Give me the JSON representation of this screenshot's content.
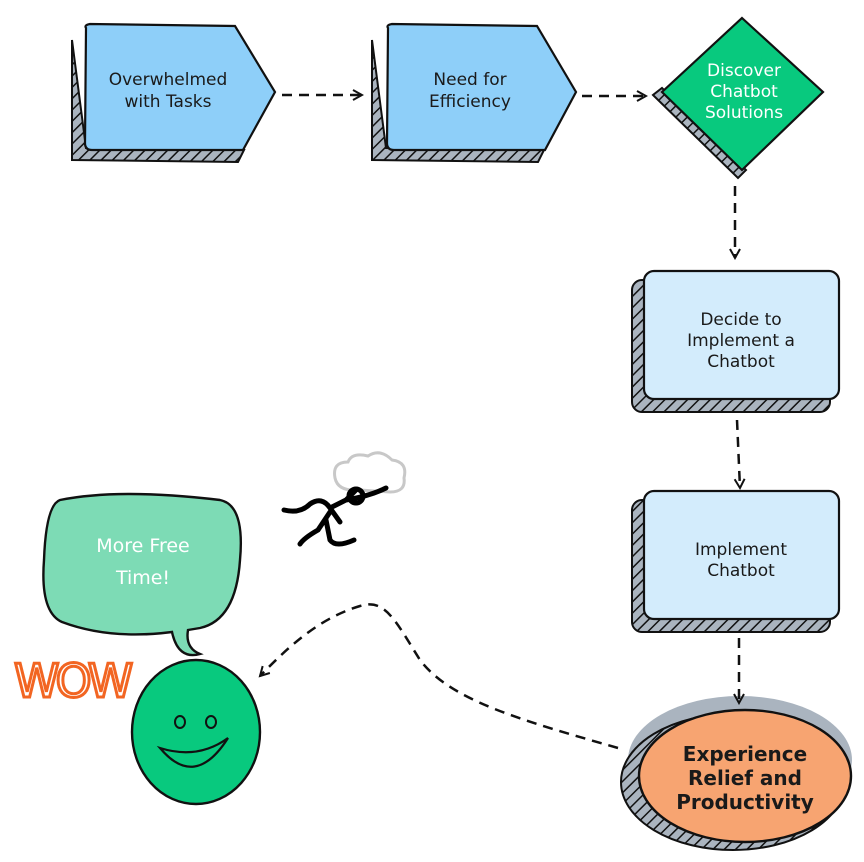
{
  "diagram": {
    "type": "flowchart",
    "nodes": [
      {
        "id": "n1",
        "label": [
          "Overwhelmed",
          "with Tasks"
        ],
        "shape": "pentagon-arrow",
        "fill": "#8ecff9"
      },
      {
        "id": "n2",
        "label": [
          "Need for",
          "Efficiency"
        ],
        "shape": "pentagon-arrow",
        "fill": "#8ecff9"
      },
      {
        "id": "n3",
        "label": [
          "Discover",
          "Chatbot",
          "Solutions"
        ],
        "shape": "diamond",
        "fill": "#08c97e",
        "text_color": "#ffffff"
      },
      {
        "id": "n4",
        "label": [
          "Decide to",
          "Implement a",
          "Chatbot"
        ],
        "shape": "rounded-rect",
        "fill": "#d3ecfc"
      },
      {
        "id": "n5",
        "label": [
          "Implement",
          "Chatbot"
        ],
        "shape": "rounded-rect",
        "fill": "#d3ecfc"
      },
      {
        "id": "n6",
        "label": [
          "Experience",
          "Relief and",
          "Productivity"
        ],
        "shape": "ellipse",
        "fill": "#f7a471"
      }
    ],
    "edges": [
      {
        "from": "n1",
        "to": "n2",
        "style": "dashed"
      },
      {
        "from": "n2",
        "to": "n3",
        "style": "dashed"
      },
      {
        "from": "n3",
        "to": "n4",
        "style": "dashed"
      },
      {
        "from": "n4",
        "to": "n5",
        "style": "dashed"
      },
      {
        "from": "n5",
        "to": "n6",
        "style": "dashed"
      },
      {
        "from": "n6",
        "to": "smiley",
        "style": "dashed-curve"
      }
    ],
    "speech_bubble": {
      "label": [
        "More Free",
        "Time!"
      ],
      "fill": "#7ddbb5",
      "text_color": "#ffffff"
    },
    "exclamation": {
      "text": "WOW",
      "color": "#f26522"
    },
    "smiley": {
      "fill": "#08c97e"
    },
    "decor": {
      "figure": "flying-person-icon",
      "cloud": "cloud-icon"
    },
    "colors": {
      "stroke": "#111111",
      "shadow": "#aab4bf"
    }
  }
}
